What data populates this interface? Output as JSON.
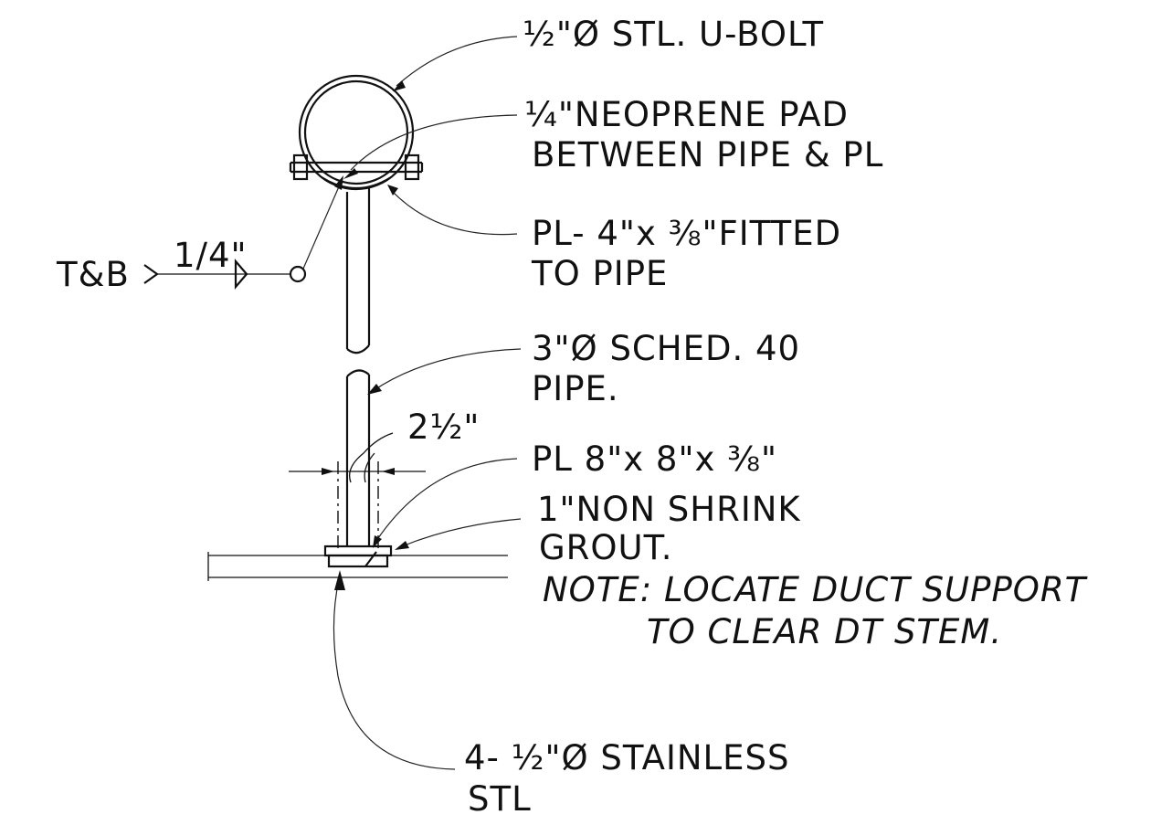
{
  "labels": {
    "u_bolt": "½\"Ø STL. U-BOLT",
    "neoprene_1": "¼\"NEOPRENE PAD",
    "neoprene_2": "BETWEEN PIPE & PL",
    "plate_1": "PL- 4\"x ⅜\"FITTED",
    "plate_2": "TO PIPE",
    "weld_symbol": "T&B",
    "weld_size": "1/4\"",
    "pipe_1": "3\"Ø SCHED. 40",
    "pipe_2": "PIPE.",
    "dimension": "2½\"",
    "base_plate": "PL 8\"x 8\"x ⅜\"",
    "grout_1": "1\"NON SHRINK",
    "grout_2": "GROUT.",
    "note_1": "NOTE: LOCATE DUCT SUPPORT",
    "note_2": "TO CLEAR DT STEM.",
    "anchor_1": "4- ½\"Ø STAINLESS",
    "anchor_2": "STL"
  }
}
